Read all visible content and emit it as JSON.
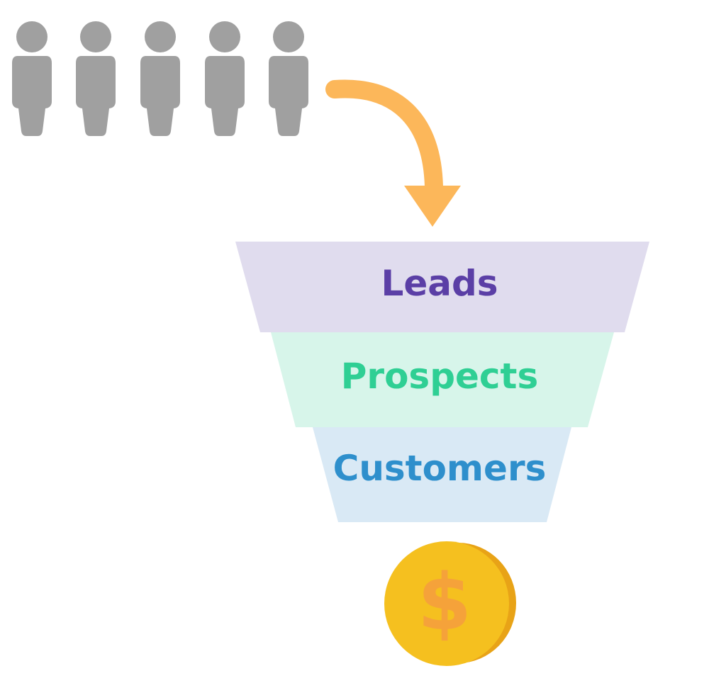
{
  "people": {
    "count": 5,
    "color": "#a0a0a0",
    "icon": "person-icon"
  },
  "arrow": {
    "color": "#fcb75a",
    "icon": "curved-arrow-down-icon"
  },
  "funnel": {
    "stages": [
      {
        "label": "Leads",
        "fill": "#e0dcee",
        "text_color": "#5b3fa6"
      },
      {
        "label": "Prospects",
        "fill": "#d7f5ea",
        "text_color": "#2fcf94"
      },
      {
        "label": "Customers",
        "fill": "#d9e9f5",
        "text_color": "#2e8fcc"
      }
    ]
  },
  "coin": {
    "symbol": "$",
    "face_color": "#f5c01f",
    "edge_color": "#e8a317",
    "symbol_color": "#f5a23a",
    "icon": "dollar-coin-icon"
  }
}
